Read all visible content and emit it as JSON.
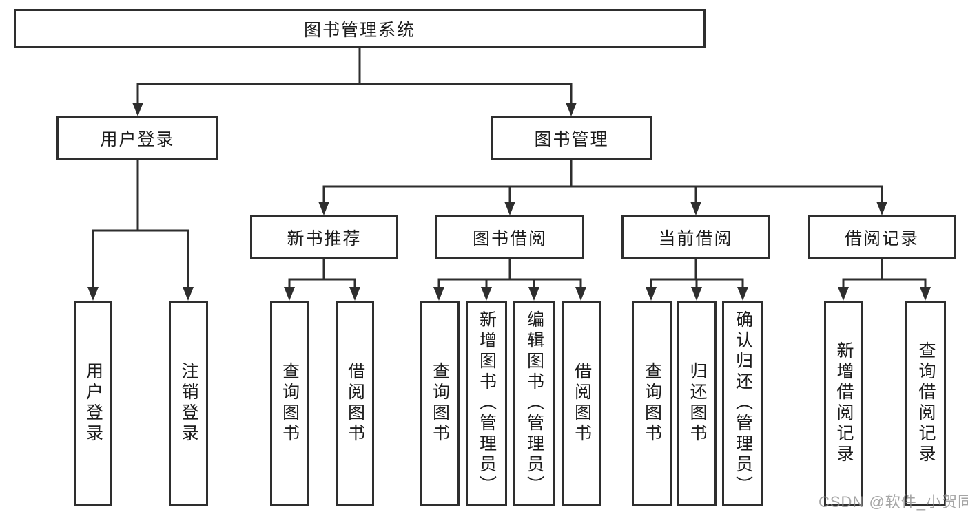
{
  "diagram": {
    "title": "图书管理系统",
    "root": "图书管理系统",
    "user_login": {
      "label": "用户登录",
      "children": [
        "用户登录",
        "注销登录"
      ]
    },
    "book_management": {
      "label": "图书管理",
      "groups": [
        {
          "label": "新书推荐",
          "children": [
            "查询图书",
            "借阅图书"
          ]
        },
        {
          "label": "图书借阅",
          "children": [
            "查询图书",
            "新增图书（管理员）",
            "编辑图书（管理员）",
            "借阅图书"
          ]
        },
        {
          "label": "当前借阅",
          "children": [
            "查询图书",
            "归还图书",
            "确认归还（管理员）"
          ]
        },
        {
          "label": "借阅记录",
          "children": [
            "新增借阅记录",
            "查询借阅记录"
          ]
        }
      ]
    },
    "watermark": "CSDN @软件_小贺同学"
  },
  "colors": {
    "line": "#2e2e2e",
    "text": "#1c1c1c",
    "watermark": "#8f8f8f",
    "background": "#ffffff"
  }
}
